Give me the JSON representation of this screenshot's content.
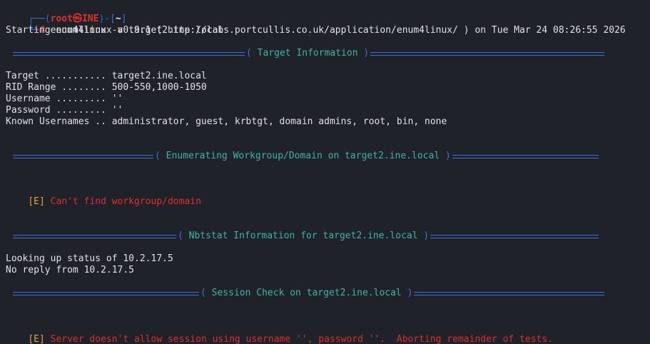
{
  "prompt": {
    "corner_top": "┌──(",
    "user": "root",
    "at_symbol": "㉿",
    "host": "INE",
    "mid": ")-[",
    "cwd": "~",
    "end": "]",
    "corner_bottom": "└─",
    "hash": "#",
    "command": "enum4linux -a target2.ine.local"
  },
  "starting_line": "Starting enum4linux v0.9.1 ( http://labs.portcullis.co.uk/application/enum4linux/ ) on Tue Mar 24 08:26:55 2026",
  "sections": {
    "target_info": "Target Information",
    "workgroup": "Enumerating Workgroup/Domain on target2.ine.local",
    "nbtstat": "Nbtstat Information for target2.ine.local",
    "session": "Session Check on target2.ine.local"
  },
  "target_info": {
    "target": "Target ........... target2.ine.local",
    "rid_range": "RID Range ........ 500-550,1000-1050",
    "username": "Username ......... ''",
    "password": "Password ......... ''",
    "known_users": "Known Usernames .. administrator, guest, krbtgt, domain admins, root, bin, none"
  },
  "errors": {
    "tag": "[E]",
    "workgroup_msg": "Can't find workgroup/domain",
    "session_msg": "Server doesn't allow session using username '', password ''.  Aborting remainder of tests."
  },
  "nbtstat": {
    "looking_up": "Looking up status of 10.2.17.5",
    "no_reply": "No reply from 10.2.17.5"
  },
  "colors": {
    "background": "#1f2229",
    "separator": "#3d6fd8",
    "section_title": "#3fb3a8",
    "error_tag": "#e3a34a",
    "error_text": "#df2f2f",
    "prompt_user": "#e0312f"
  }
}
